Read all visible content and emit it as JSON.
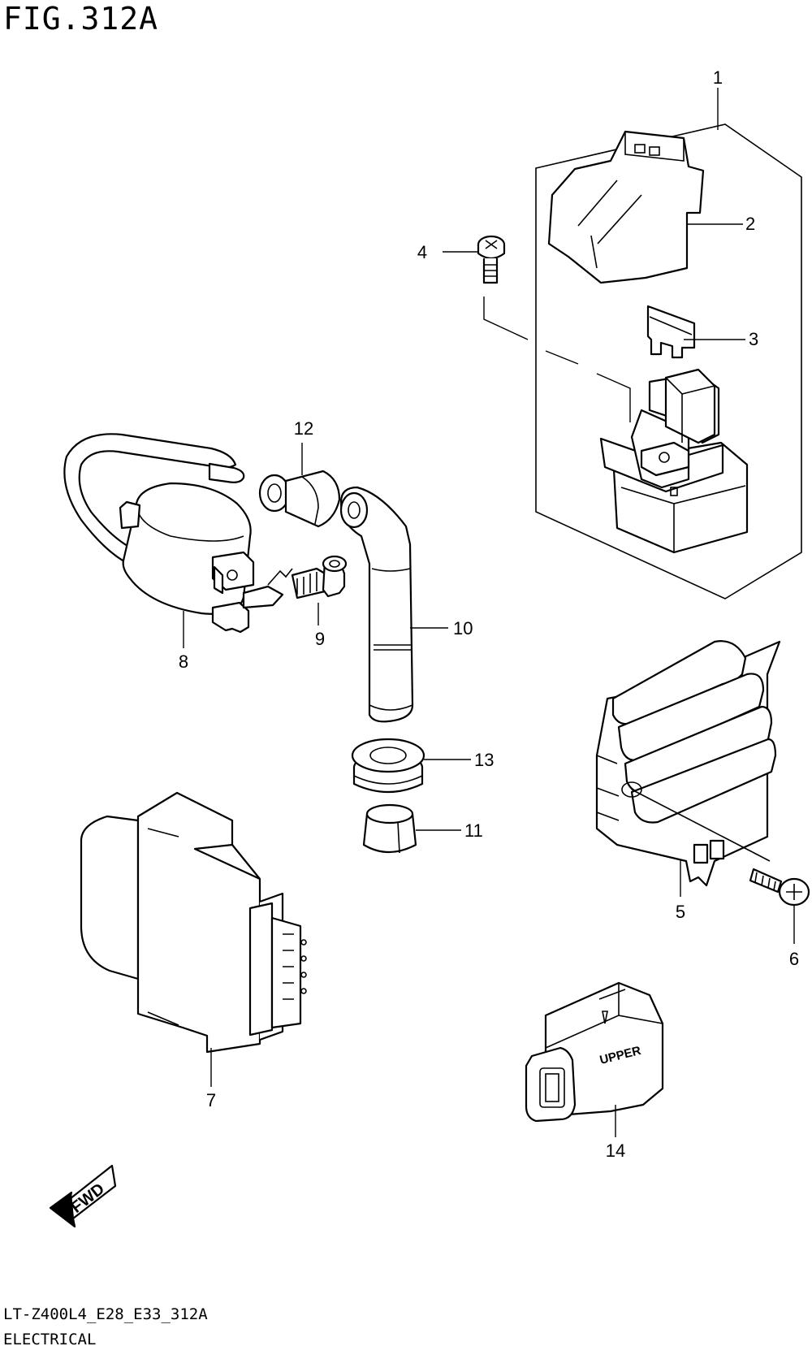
{
  "figure_title": "FIG.312A",
  "footer": {
    "model_code": "LT-Z400L4_E28_E33_312A",
    "section_name": "ELECTRICAL"
  },
  "callouts": {
    "c1": "1",
    "c2": "2",
    "c3": "3",
    "c4": "4",
    "c5": "5",
    "c6": "6",
    "c7": "7",
    "c8": "8",
    "c9": "9",
    "c10": "10",
    "c11": "11",
    "c12": "12",
    "c13": "13",
    "c14": "14"
  },
  "labels": {
    "fwd": "FWD",
    "upper": "UPPER"
  }
}
